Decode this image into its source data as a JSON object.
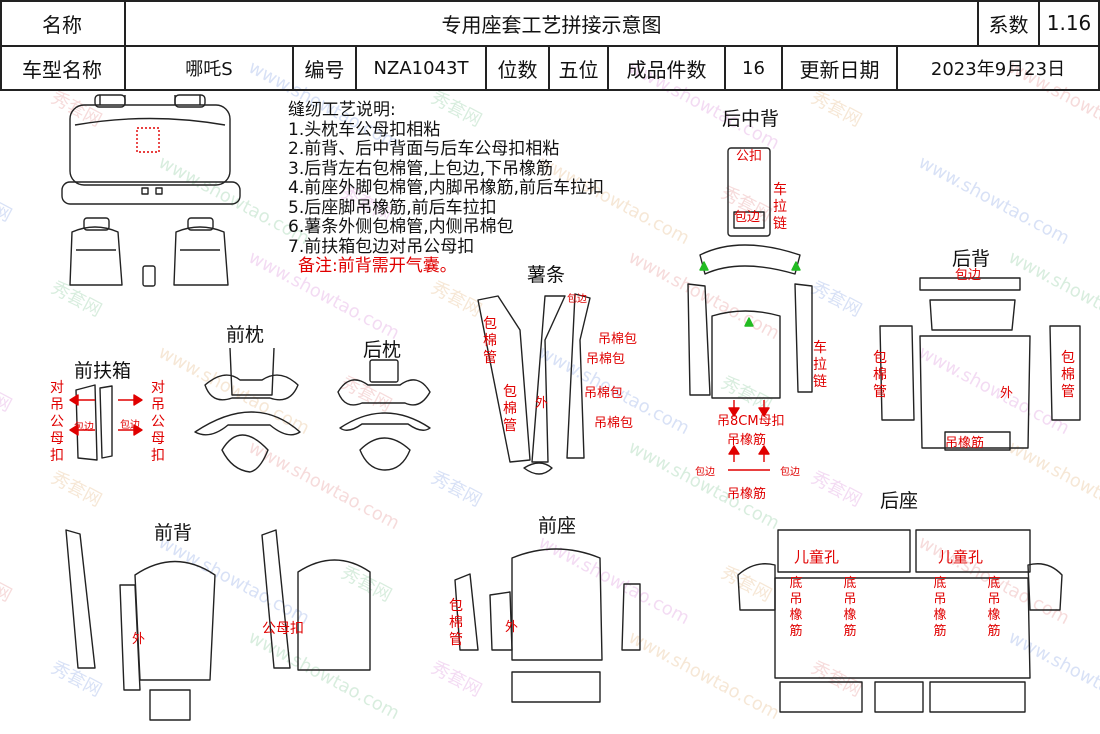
{
  "header": {
    "name_label": "名称",
    "title": "专用座套工艺拼接示意图",
    "coef_label": "系数",
    "coef_value": "1.16",
    "model_label": "车型名称",
    "model_value": "哪吒S",
    "code_label": "编号",
    "code_value": "NZA1043T",
    "seat_label": "位数",
    "seat_value": "五位",
    "pieces_label": "成品件数",
    "pieces_value": "16",
    "date_label": "更新日期",
    "date_value": "2023年9月23日"
  },
  "notes": {
    "title": "缝纫工艺说明:",
    "items": [
      "1.头枕车公母扣相粘",
      "2.前背、后中背面与后车公母扣相粘",
      "3.后背左右包棉管,上包边,下吊橡筋",
      "4.前座外脚包棉管,内脚吊橡筋,前后车拉扣",
      "5.后座脚吊橡筋,前后车拉扣",
      "6.薯条外侧包棉管,内侧吊棉包",
      "7.前扶箱包边对吊公母扣"
    ],
    "remark": "备注:前背需开气囊。"
  },
  "sections": {
    "rear_mid_back": "后中背",
    "rear_back": "后背",
    "fries": "薯条",
    "front_headrest": "前枕",
    "rear_headrest": "后枕",
    "front_armrest": "前扶箱",
    "front_back": "前背",
    "front_seat": "前座",
    "rear_seat": "后座"
  },
  "annotations": {
    "male_buckle": "公扣",
    "pull_chain": "车拉链",
    "wrap_edge": "包边",
    "cotton_tube": "包棉管",
    "outer": "外",
    "hang_elastic": "吊橡筋",
    "hang_8cm": "吊8CM母扣",
    "hang_cotton": "吊棉包",
    "pair_male": "对吊公母扣",
    "male_female_buckle": "公母扣",
    "child_hole": "儿童孔",
    "bottom_elastic": "底吊橡筋"
  },
  "watermark": {
    "cn": "秀套网",
    "en": "www.showtao.com"
  },
  "colors": {
    "line": "#222222",
    "accent": "#e00000",
    "marker": "#22bb22"
  }
}
